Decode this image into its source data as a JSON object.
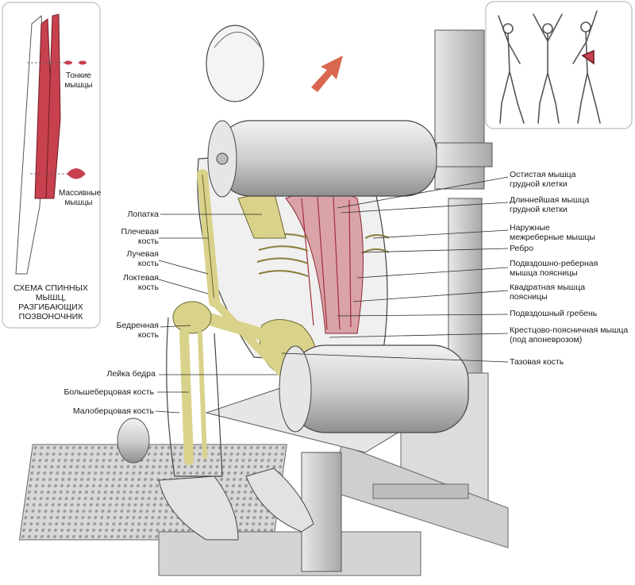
{
  "inset_schema": {
    "label_thin": "Тонкие мышцы",
    "label_massive": "Массивные мышцы",
    "caption": "СХЕМА СПИННЫХ МЫШЦ, РАЗГИБАЮЩИХ ПОЗВОНОЧНИК"
  },
  "left_labels": [
    "Лопатка",
    "Плечевая кость",
    "Лучевая кость",
    "Локтевая кость",
    "Бедренная кость",
    "Лейка бедра",
    "Большеберцовая кость",
    "Малоберцовая кость"
  ],
  "right_labels": [
    "Остистая мышца грудной клетки",
    "Длиннейшая мышца грудной клетки",
    "Наружные межреберные мышцы",
    "Ребро",
    "Подвздошно-реберная мышца поясницы",
    "Квадратная мышца поясницы",
    "Подвздошный гребень",
    "Крестцово-поясничная мышца (под апоневрозом)",
    "Тазовая кость"
  ],
  "colors": {
    "muscle": "#c8414e",
    "bone": "#d9d28a",
    "arrow": "#d9674f",
    "line": "#2a2a2a"
  }
}
